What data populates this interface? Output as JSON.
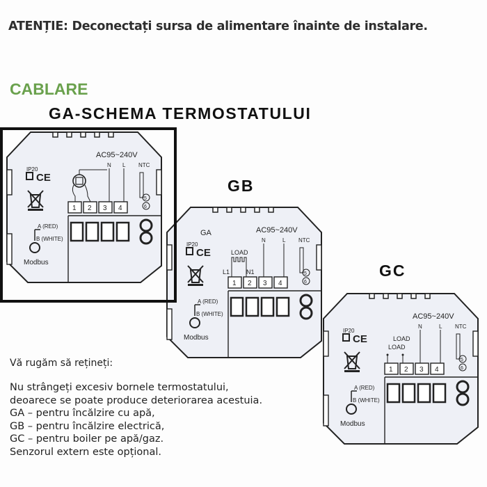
{
  "warning": "ATENȚIE: Deconectați sursa de alimentare înainte de instalare.",
  "section_title": "CABLARE",
  "schema_title": "GA-SCHEMA TERMOSTATULUI",
  "colors": {
    "accent_green": "#6aa14d",
    "device_fill": "#eef0f6",
    "line": "#222222"
  },
  "devices": [
    {
      "id": "GA",
      "heading": "",
      "voltage": "AC95~240V",
      "n": "N",
      "l": "L",
      "ntc": "NTC",
      "ip": "IP20",
      "ce": "CE",
      "terminals": [
        "1",
        "2",
        "3",
        "4"
      ],
      "sensor_terminals": [
        "5",
        "6"
      ],
      "load_label": "",
      "load_label2": "",
      "l1": "",
      "n1": "",
      "modbus_a": "A (RED)",
      "modbus_b": "B (WHITE)",
      "modbus": "Modbus",
      "inner_label": ""
    },
    {
      "id": "GB",
      "heading": "GB",
      "voltage": "AC95~240V",
      "n": "N",
      "l": "L",
      "ntc": "NTC",
      "ip": "IP20",
      "ce": "CE",
      "terminals": [
        "1",
        "2",
        "3",
        "4"
      ],
      "sensor_terminals": [
        "5",
        "6"
      ],
      "load_label": "LOAD",
      "load_label2": "",
      "l1": "L1",
      "n1": "N1",
      "modbus_a": "A (RED)",
      "modbus_b": "B (WHITE)",
      "modbus": "Modbus",
      "inner_label": "GA"
    },
    {
      "id": "GC",
      "heading": "GC",
      "voltage": "AC95~240V",
      "n": "N",
      "l": "L",
      "ntc": "NTC",
      "ip": "IP20",
      "ce": "CE",
      "terminals": [
        "1",
        "2",
        "3",
        "4"
      ],
      "sensor_terminals": [
        "5",
        "6"
      ],
      "load_label": "LOAD",
      "load_label2": "LOAD",
      "l1": "",
      "n1": "",
      "modbus_a": "A (RED)",
      "modbus_b": "B (WHITE)",
      "modbus": "Modbus",
      "inner_label": ""
    }
  ],
  "notes": {
    "heading": "Vă rugăm să rețineți:",
    "lines": [
      "Nu strângeți excesiv bornele termostatului,",
      " deoarece se poate produce deteriorarea acestuia.",
      " GA – pentru încălzire cu apă,",
      " GB – pentru încălzire electrică,",
      " GC – pentru boiler pe apă/gaz.",
      " Senzorul extern este opțional."
    ]
  }
}
